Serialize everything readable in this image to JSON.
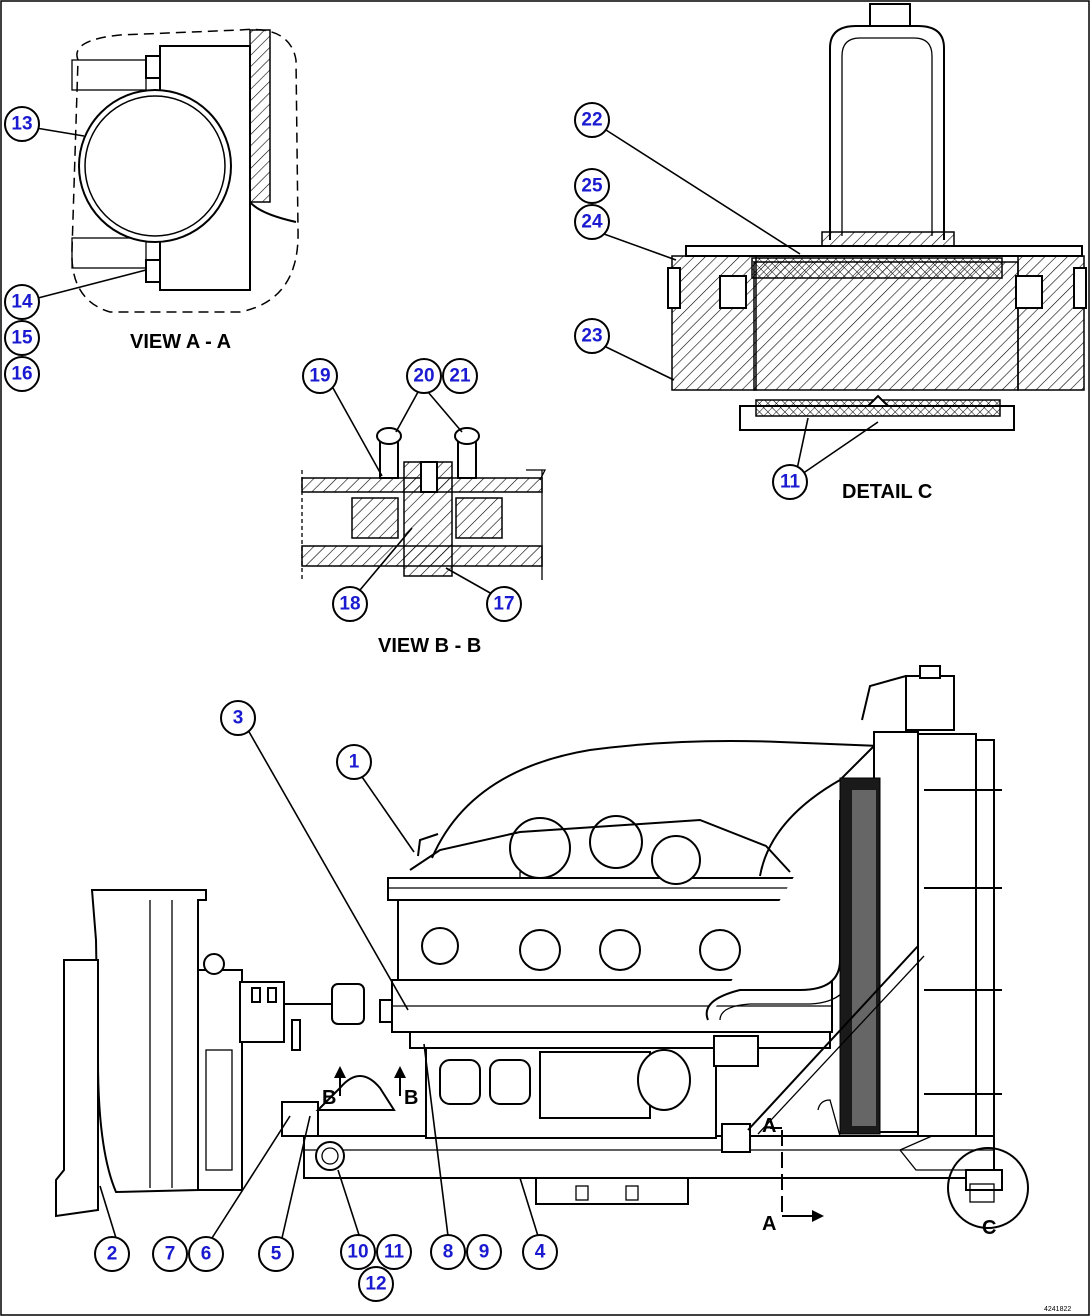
{
  "views": {
    "view_a": "VIEW A - A",
    "view_b": "VIEW B - B",
    "detail_c": "DETAIL C"
  },
  "section_markers": {
    "a_top": "A",
    "a_bottom": "A",
    "b_left": "B",
    "b_right": "B",
    "c": "C"
  },
  "callouts": [
    "1",
    "2",
    "3",
    "4",
    "5",
    "6",
    "7",
    "8",
    "9",
    "10",
    "11",
    "12",
    "13",
    "14",
    "15",
    "16",
    "17",
    "18",
    "19",
    "20",
    "21",
    "22",
    "23",
    "24",
    "25",
    "11"
  ],
  "drawing_number": "4241822"
}
